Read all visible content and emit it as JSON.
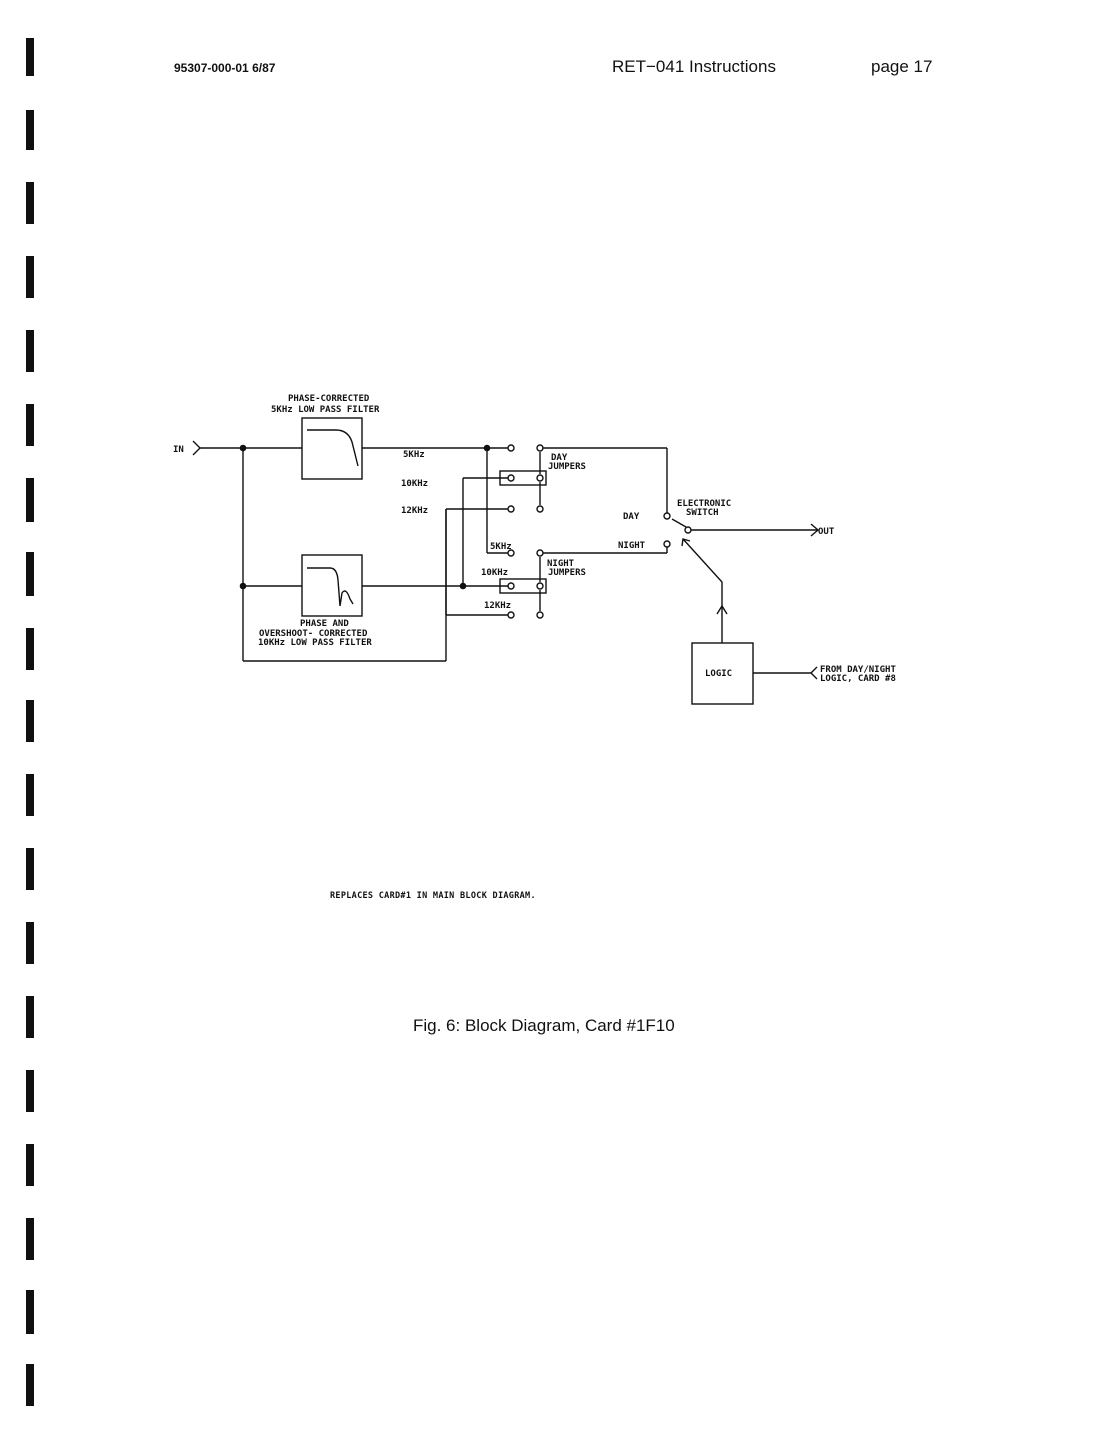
{
  "header": {
    "doc_number": "95307-000-01 6/87",
    "title": "RET−041 Instructions",
    "page": "page 17"
  },
  "diagram": {
    "input_label": "IN",
    "output_label": "OUT",
    "filter_5k_label_line1": "PHASE-CORRECTED",
    "filter_5k_label_line2": "5KHz LOW PASS FILTER",
    "filter_10k_label_line1": "PHASE AND",
    "filter_10k_label_line2": "OVERSHOOT- CORRECTED",
    "filter_10k_label_line3": "10KHz LOW PASS FILTER",
    "day_5k": "5KHz",
    "day_10k": "10KHz",
    "day_12k": "12KHz",
    "day_jumpers_line1": "DAY",
    "day_jumpers_line2": "JUMPERS",
    "night_5k": "5KHz",
    "night_10k": "10KHz",
    "night_12k": "12KHz",
    "night_jumpers_line1": "NIGHT",
    "night_jumpers_line2": "JUMPERS",
    "switch_label_line1": "ELECTRONIC",
    "switch_label_line2": "SWITCH",
    "switch_day": "DAY",
    "switch_night": "NIGHT",
    "logic": "LOGIC",
    "from_line1": "FROM DAY/NIGHT",
    "from_line2": "LOGIC, CARD #8"
  },
  "note": "REPLACES CARD#1 IN MAIN BLOCK DIAGRAM.",
  "caption": "Fig. 6: Block Diagram, Card #1F10"
}
